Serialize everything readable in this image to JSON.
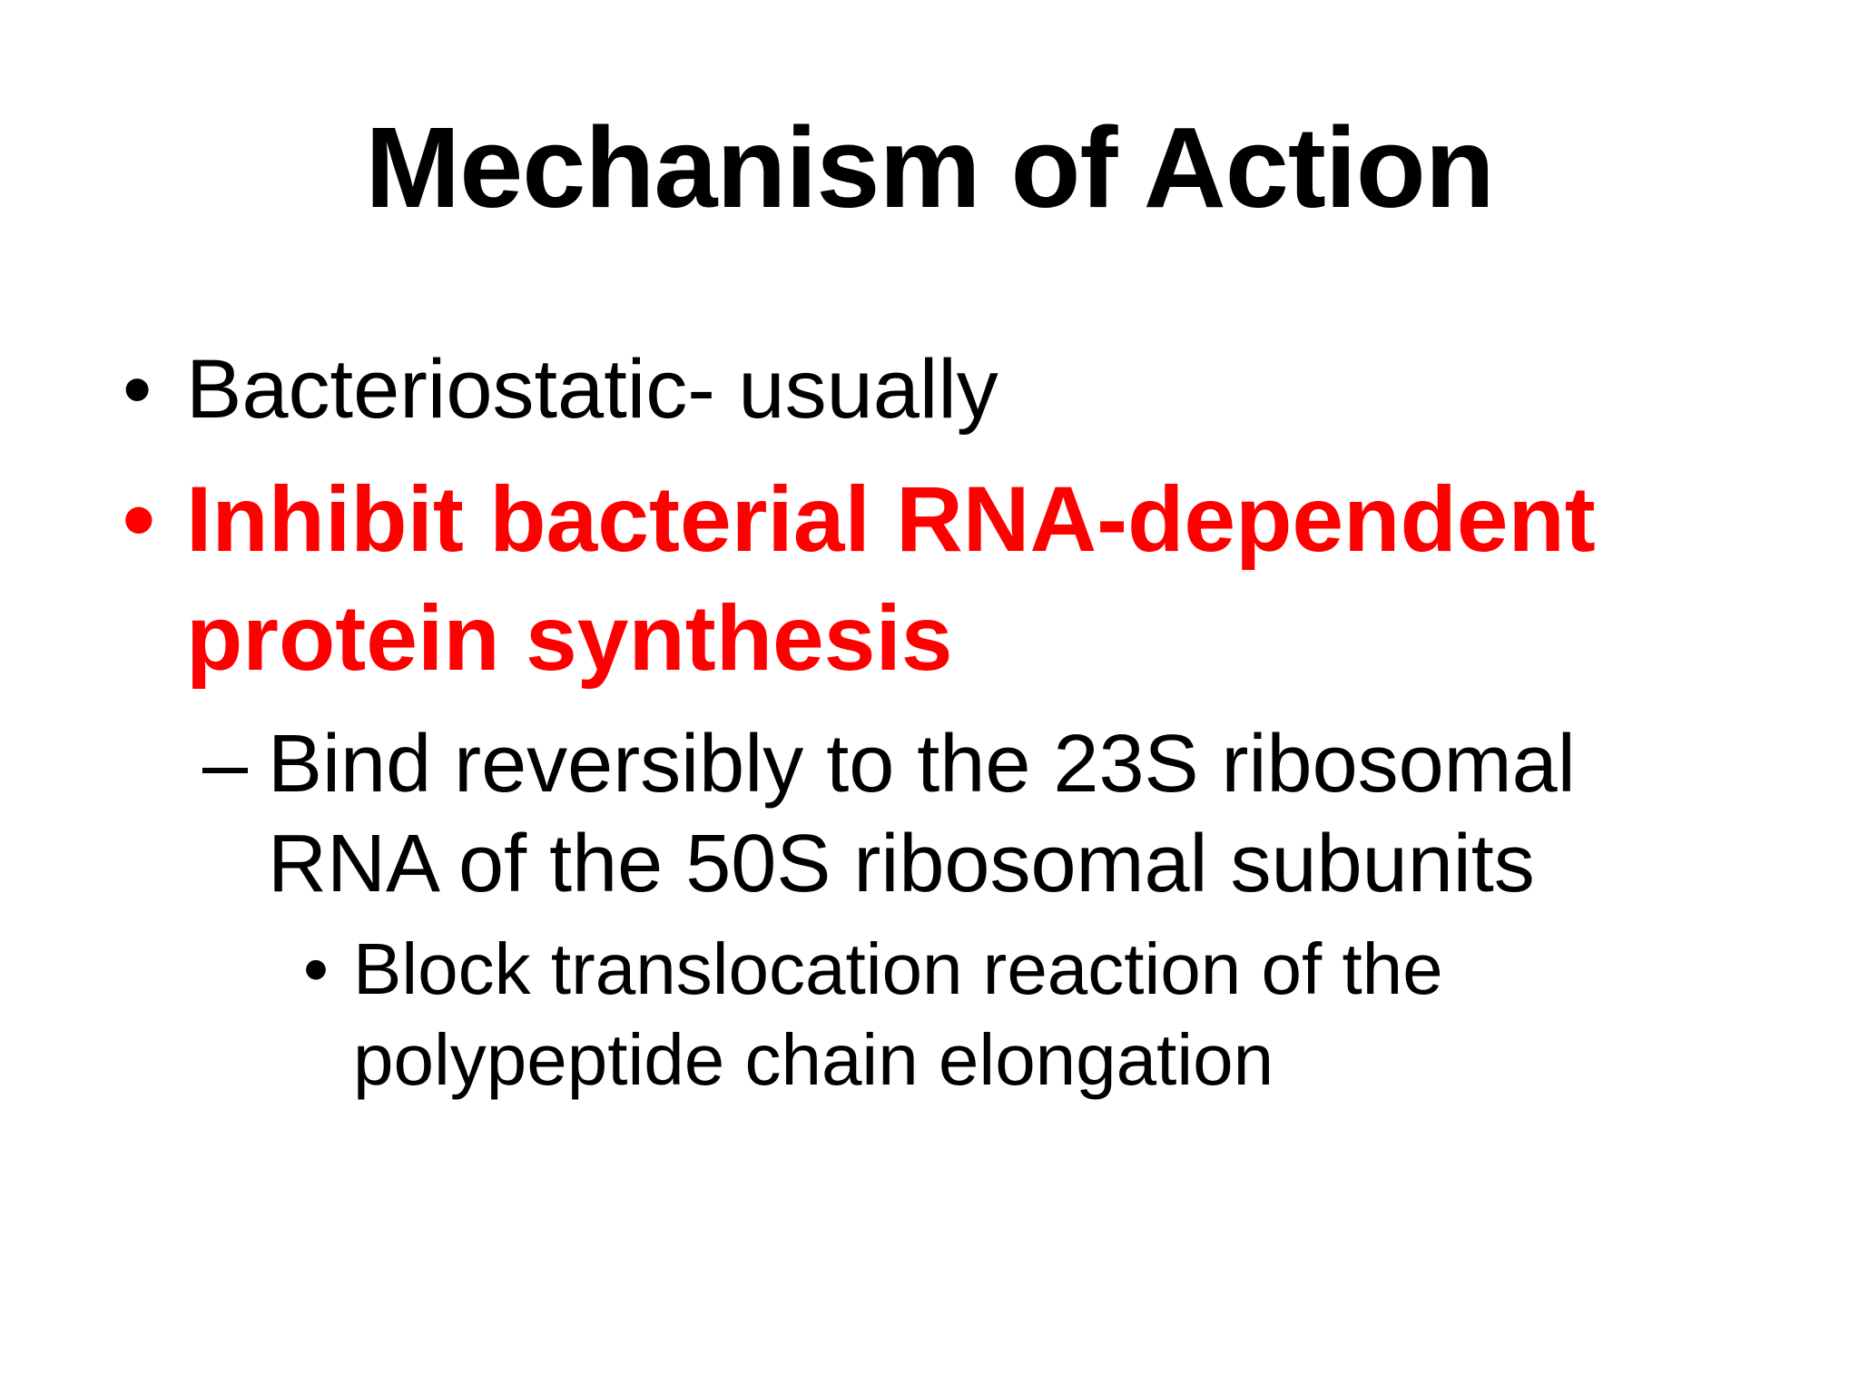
{
  "slide": {
    "title": "Mechanism of Action",
    "colors": {
      "background": "#FFFFFF",
      "body_text": "#000000",
      "emphasis_text": "#FF0000"
    },
    "bullets": [
      {
        "level": 1,
        "marker": "•",
        "text": "Bacteriostatic- usually",
        "emphasis": false
      },
      {
        "level": 1,
        "marker": "•",
        "text": "Inhibit bacterial RNA-dependent\nprotein synthesis",
        "emphasis": true
      },
      {
        "level": 2,
        "marker": "–",
        "text": "Bind reversibly to the 23S ribosomal\nRNA of the 50S ribosomal subunits",
        "emphasis": false
      },
      {
        "level": 3,
        "marker": "•",
        "text": "Block translocation reaction of the\npolypeptide chain elongation",
        "emphasis": false
      }
    ]
  }
}
